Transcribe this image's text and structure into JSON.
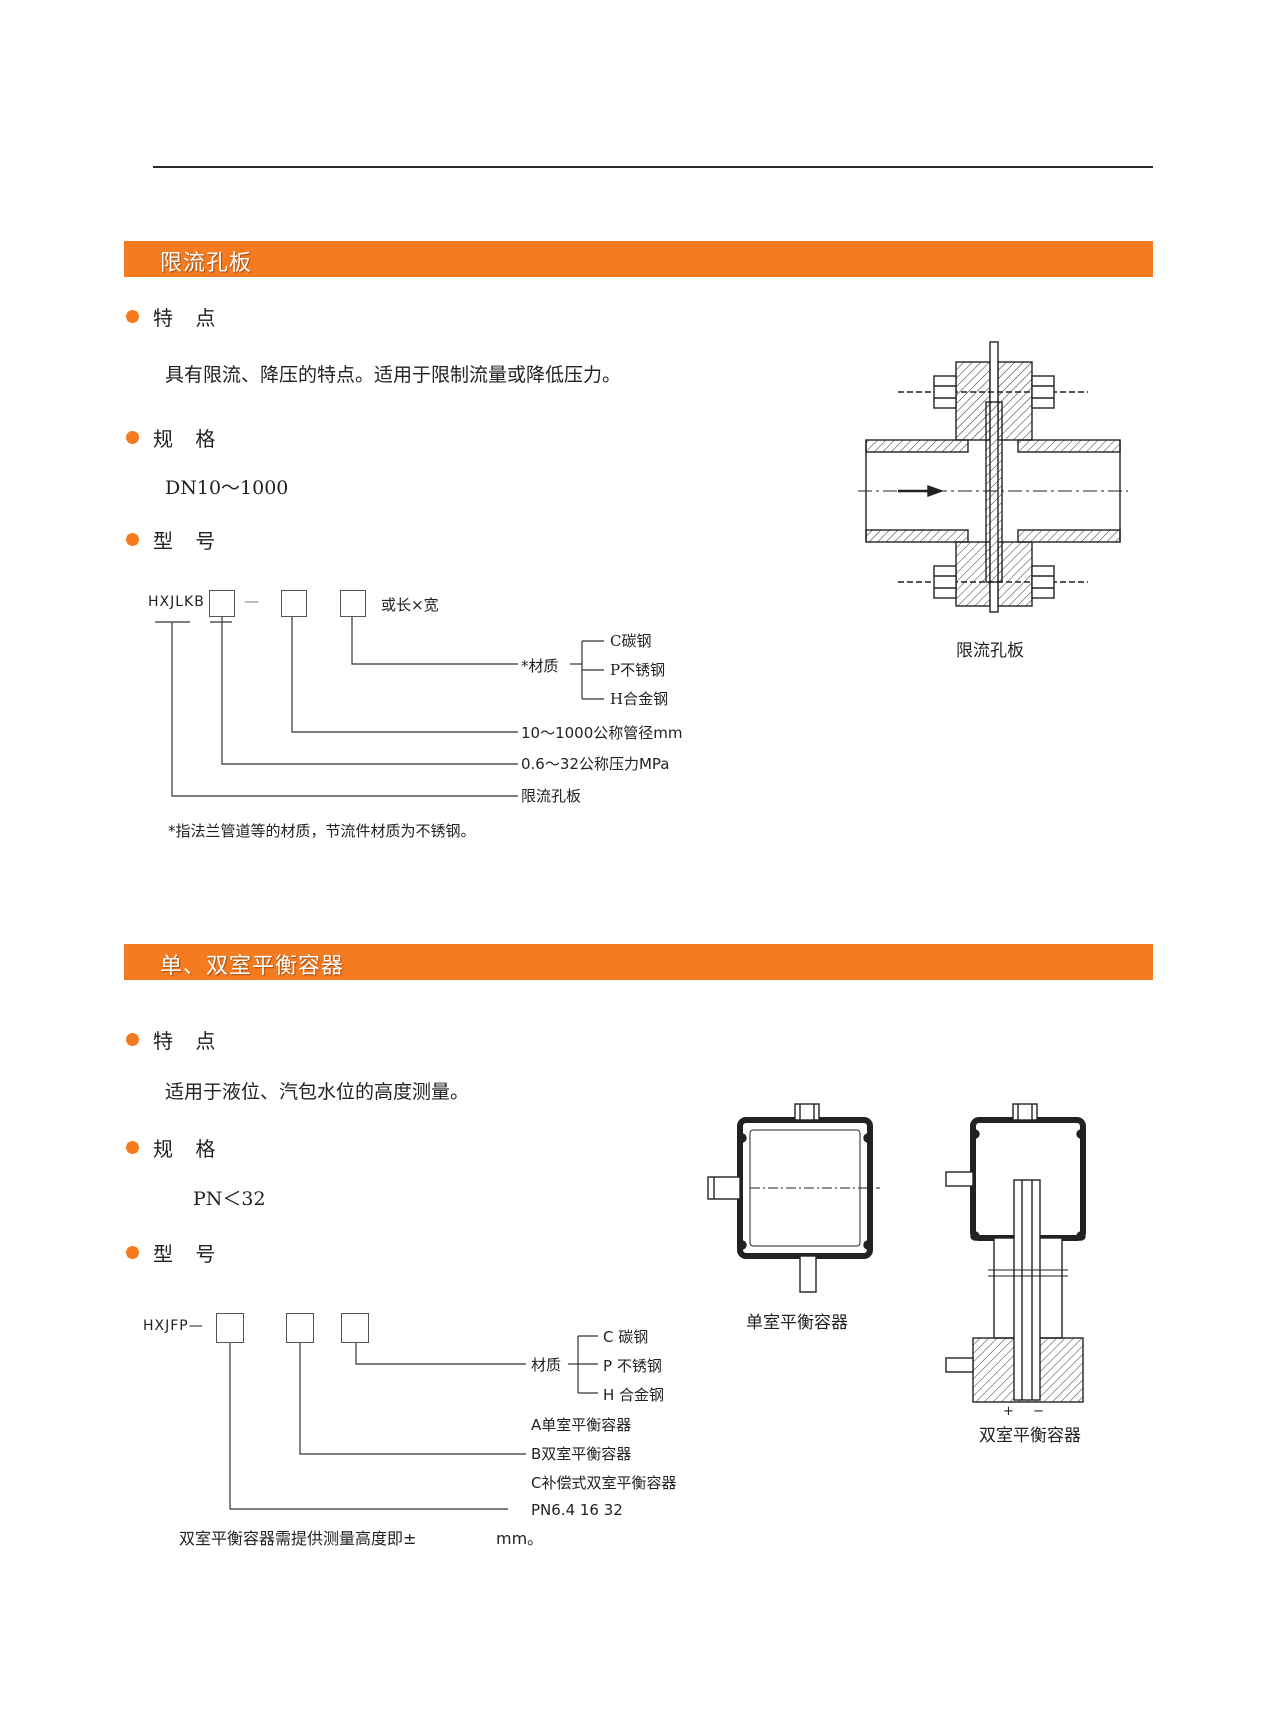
{
  "sec1": {
    "title": "限流孔板",
    "feat_head": "特 点",
    "feat_text": "具有限流、降压的特点。适用于限制流量或降低压力。",
    "spec_head": "规 格",
    "spec_text": "DN10～1000",
    "model_head": "型 号",
    "code": "HXJLKB",
    "dash": "—",
    "or_lw": "或长×宽",
    "material_label": "*材质",
    "materials": [
      "C碳钢",
      "P不锈钢",
      "H合金钢"
    ],
    "dn_label": "10～1000公称管径mm",
    "pn_label": "0.6～32公称压力MPa",
    "name_label": "限流孔板",
    "note": "*指法兰管道等的材质，节流件材质为不锈钢。",
    "figure_caption": "限流孔板"
  },
  "sec2": {
    "title": "单、双室平衡容器",
    "feat_head": "特 点",
    "feat_text": "适用于液位、汽包水位的高度测量。",
    "spec_head": "规 格",
    "spec_text": "PN＜32",
    "model_head": "型 号",
    "code": "HXJFP—",
    "material_label": "材质",
    "materials": [
      "C  碳钢",
      "P  不锈钢",
      "H  合金钢"
    ],
    "type_a": "A单室平衡容器",
    "type_b": "B双室平衡容器",
    "type_c": "C补偿式双室平衡容器",
    "pn_list": "PN6.4 16 32",
    "note": "双室平衡容器需提供测量高度即±",
    "note_unit": "mm。",
    "fig1_caption": "单室平衡容器",
    "fig2_caption": "双室平衡容器",
    "plus": "+",
    "minus": "−"
  }
}
